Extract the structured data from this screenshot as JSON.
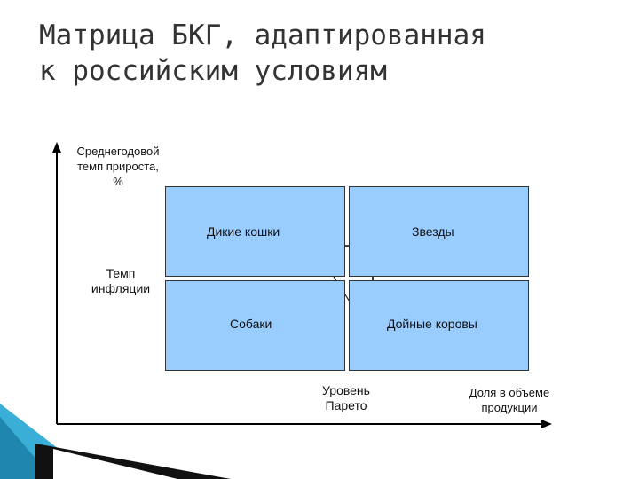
{
  "title": {
    "line1": "Матрица БКГ, адаптированная",
    "line2": "к российским условиям"
  },
  "axes": {
    "y_label_line1": "Среднегодовой",
    "y_label_line2": "темп прироста,",
    "y_label_line3": "%",
    "y_mark_line1": "Темп",
    "y_mark_line2": "инфляции",
    "x_mark_line1": "Уровень",
    "x_mark_line2": "Парето",
    "x_label_line1": "Доля в объеме",
    "x_label_line2": "продукции"
  },
  "quadrants": {
    "top_left": "Дикие кошки",
    "top_right": "Звезды",
    "bottom_left": "Собаки",
    "bottom_right": "Дойные коровы"
  },
  "colors": {
    "quadrant_fill": "#99ccff",
    "accent_teal": "#2a9fc4"
  }
}
